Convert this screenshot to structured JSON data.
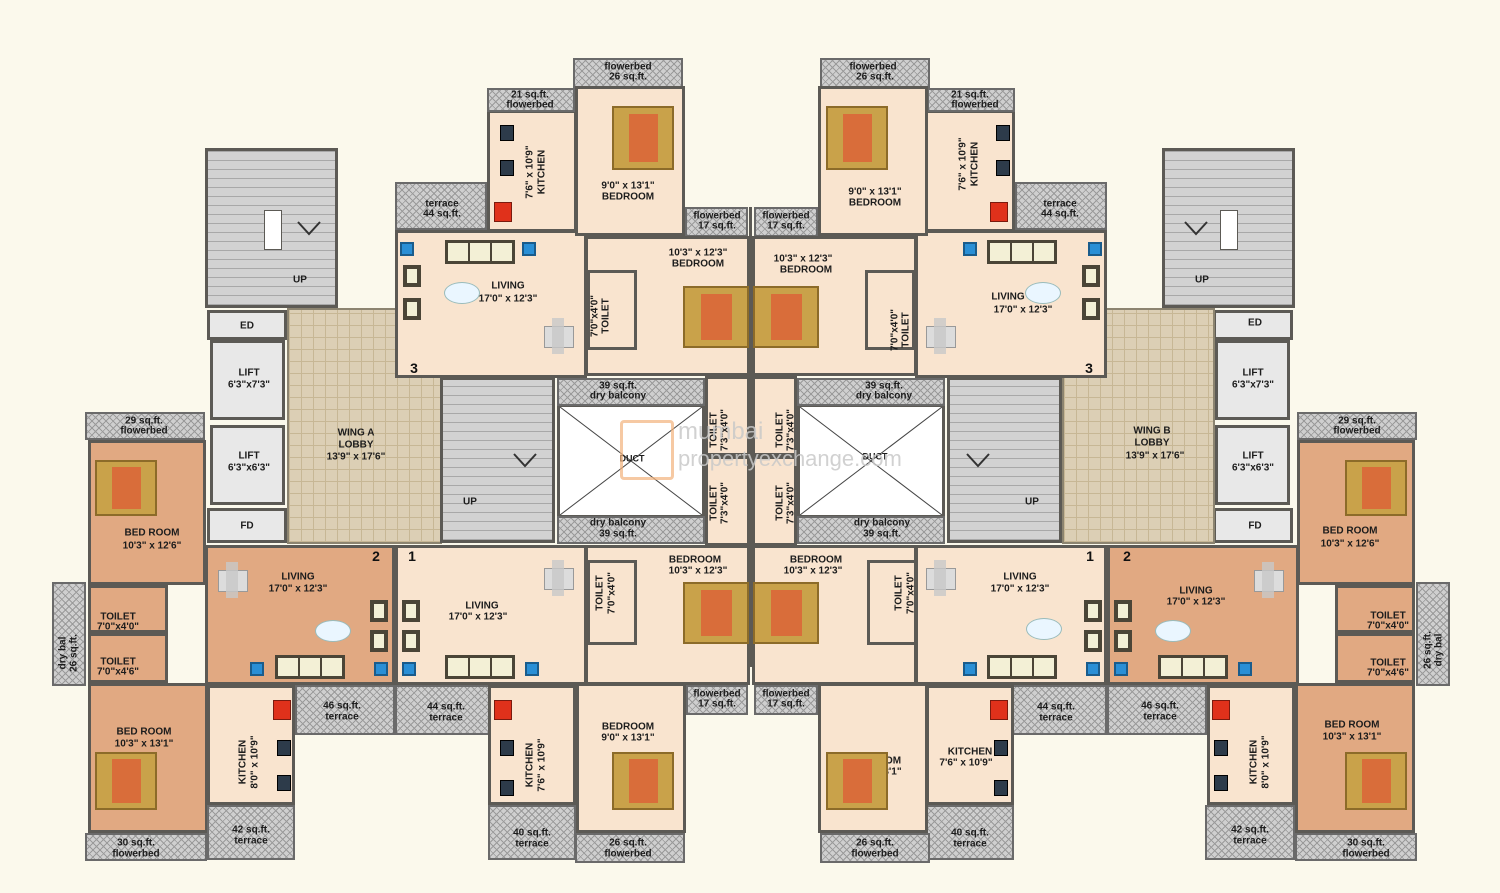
{
  "watermark": {
    "line1": "mumbai",
    "line2": "propertyexchange.com"
  },
  "wing_a": {
    "lobby": {
      "name": "WING A",
      "sub": "LOBBY",
      "size": "13'9\" x 17'6\""
    },
    "lift1": {
      "name": "LIFT",
      "size": "6'3\"x7'3\""
    },
    "lift2": {
      "name": "LIFT",
      "size": "6'3\"x6'3\""
    },
    "ed": "ED",
    "fd": "FD",
    "up1": "UP",
    "up2": "UP",
    "duct": "DUCT",
    "flat3": {
      "no": "3",
      "kitchen": {
        "name": "KITCHEN",
        "size": "7'6\" x 10'9\""
      },
      "bedroom_top": {
        "name": "BEDROOM",
        "size": "9'0\" x 13'1\""
      },
      "bedroom_mid": {
        "name": "BEDROOM",
        "size": "10'3\" x 12'3\""
      },
      "living": {
        "name": "LIVING",
        "size": "17'0\" x 12'3\""
      },
      "toilet": {
        "name": "TOILET",
        "size": "7'0\"x4'0\""
      },
      "toilet_duct": {
        "name": "TOILET",
        "size": "7'3\"x4'0\""
      },
      "flowerbed_top": {
        "area": "26 sq.ft.",
        "name": "flowerbed"
      },
      "flowerbed_left": {
        "area": "21 sq.ft.",
        "name": "flowerbed"
      },
      "flowerbed_mid": {
        "name": "flowerbed",
        "area": "17 sq.ft."
      },
      "terrace": {
        "name": "terrace",
        "area": "44 sq.ft."
      },
      "dry_balcony": {
        "area": "39 sq.ft.",
        "name": "dry balcony"
      }
    },
    "flat2": {
      "no": "2",
      "bedroom_top": {
        "name": "BED ROOM",
        "size": "10'3\" x 12'6\""
      },
      "bedroom_bot": {
        "name": "BED ROOM",
        "size": "10'3\" x 13'1\""
      },
      "living": {
        "name": "LIVING",
        "size": "17'0\" x 12'3\""
      },
      "toilet1": {
        "name": "TOILET",
        "size": "7'0\"x4'0\""
      },
      "toilet2": {
        "name": "TOILET",
        "size": "7'0\"x4'6\""
      },
      "kitchen": {
        "name": "KITCHEN",
        "size": "8'0\" x 10'9\""
      },
      "flowerbed_top": {
        "area": "29 sq.ft.",
        "name": "flowerbed"
      },
      "flowerbed_bot": {
        "area": "30 sq.ft.",
        "name": "flowerbed"
      },
      "dry_bal": {
        "name": "dry bal",
        "area": "26 sq.ft."
      },
      "terrace_46": {
        "area": "46 sq.ft.",
        "name": "terrace"
      },
      "terrace_42": {
        "area": "42 sq.ft.",
        "name": "terrace"
      }
    },
    "flat1": {
      "no": "1",
      "living": {
        "name": "LIVING",
        "size": "17'0\" x 12'3\""
      },
      "bedroom_mid": {
        "name": "BEDROOM",
        "size": "10'3\" x 12'3\""
      },
      "bedroom_bot": {
        "name": "BEDROOM",
        "size": "9'0\" x 13'1\""
      },
      "toilet": {
        "name": "TOILET",
        "size": "7'0\"x4'0\""
      },
      "toilet_duct": {
        "name": "TOILET",
        "size": "7'3\"x4'0\""
      },
      "kitchen": {
        "name": "KITCHEN",
        "size": "7'6\" x 10'9\""
      },
      "dry_balcony": {
        "name": "dry balcony",
        "area": "39 sq.ft."
      },
      "terrace_44": {
        "area": "44 sq.ft.",
        "name": "terrace"
      },
      "terrace_40": {
        "area": "40 sq.ft.",
        "name": "terrace"
      },
      "flowerbed_mid": {
        "name": "flowerbed",
        "area": "17 sq.ft."
      },
      "flowerbed_bot": {
        "area": "26 sq.ft.",
        "name": "flowerbed"
      }
    }
  },
  "wing_b": {
    "lobby": {
      "name": "WING B",
      "sub": "LOBBY",
      "size": "13'9\" x 17'6\""
    },
    "lift1": {
      "name": "LIFT",
      "size": "6'3\"x7'3\""
    },
    "lift2": {
      "name": "LIFT",
      "size": "6'3\"x6'3\""
    },
    "ed": "ED",
    "fd": "FD",
    "up1": "UP",
    "up2": "UP",
    "duct": "DUCT",
    "flat3": {
      "no": "3",
      "kitchen": {
        "name": "KITCHEN",
        "size": "7'6\" x 10'9\""
      },
      "bedroom_top": {
        "name": "BEDROOM",
        "size": "9'0\" x 13'1\""
      },
      "bedroom_mid": {
        "name": "BEDROOM",
        "size": "10'3\" x 12'3\""
      },
      "living": {
        "name": "LIVING",
        "size": "17'0\" x 12'3\""
      },
      "toilet": {
        "name": "TOILET",
        "size": "7'0\"x4'0\""
      },
      "toilet_duct": {
        "name": "TOILET",
        "size": "7'3\"x4'0\""
      },
      "flowerbed_top": {
        "area": "26 sq.ft.",
        "name": "flowerbed"
      },
      "flowerbed_right": {
        "area": "21 sq.ft.",
        "name": "flowerbed"
      },
      "flowerbed_mid": {
        "name": "flowerbed",
        "area": "17 sq.ft."
      },
      "terrace": {
        "name": "terrace",
        "area": "44 sq.ft."
      },
      "dry_balcony": {
        "area": "39 sq.ft.",
        "name": "dry balcony"
      }
    },
    "flat2": {
      "no": "2",
      "bedroom_top": {
        "name": "BED ROOM",
        "size": "10'3\" x 12'6\""
      },
      "bedroom_bot": {
        "name": "BED ROOM",
        "size": "10'3\" x 13'1\""
      },
      "living": {
        "name": "LIVING",
        "size": "17'0\" x 12'3\""
      },
      "toilet1": {
        "name": "TOILET",
        "size": "7'0\"x4'0\""
      },
      "toilet2": {
        "name": "TOILET",
        "size": "7'0\"x4'6\""
      },
      "kitchen": {
        "name": "KITCHEN",
        "size": "8'0\" x 10'9\""
      },
      "flowerbed_top": {
        "area": "29 sq.ft.",
        "name": "flowerbed"
      },
      "flowerbed_bot": {
        "area": "30 sq.ft.",
        "name": "flowerbed"
      },
      "dry_bal": {
        "area": "26 sq.ft.",
        "name": "dry bal"
      },
      "terrace_46": {
        "area": "46 sq.ft.",
        "name": "terrace"
      },
      "terrace_42": {
        "area": "42 sq.ft.",
        "name": "terrace"
      }
    },
    "flat1": {
      "no": "1",
      "living": {
        "name": "LIVING",
        "size": "17'0\" x 12'3\""
      },
      "bedroom_mid": {
        "name": "BEDROOM",
        "size": "10'3\" x 12'3\""
      },
      "bedroom_bot": {
        "name": "BEDROOM",
        "size": "9'0\" x 13'1\""
      },
      "toilet": {
        "name": "TOILET",
        "size": "7'0\"x4'0\""
      },
      "toilet_duct": {
        "name": "TOILET",
        "size": "7'3\"x4'0\""
      },
      "kitchen": {
        "name": "KITCHEN",
        "size": "7'6\" x 10'9\""
      },
      "dry_balcony": {
        "name": "dry balcony",
        "area": "39 sq.ft."
      },
      "terrace_44": {
        "area": "44 sq.ft.",
        "name": "terrace"
      },
      "terrace_40": {
        "area": "40 sq.ft.",
        "name": "terrace"
      },
      "flowerbed_mid": {
        "name": "flowerbed",
        "area": "17 sq.ft."
      },
      "flowerbed_bot": {
        "area": "26 sq.ft.",
        "name": "flowerbed"
      }
    }
  }
}
